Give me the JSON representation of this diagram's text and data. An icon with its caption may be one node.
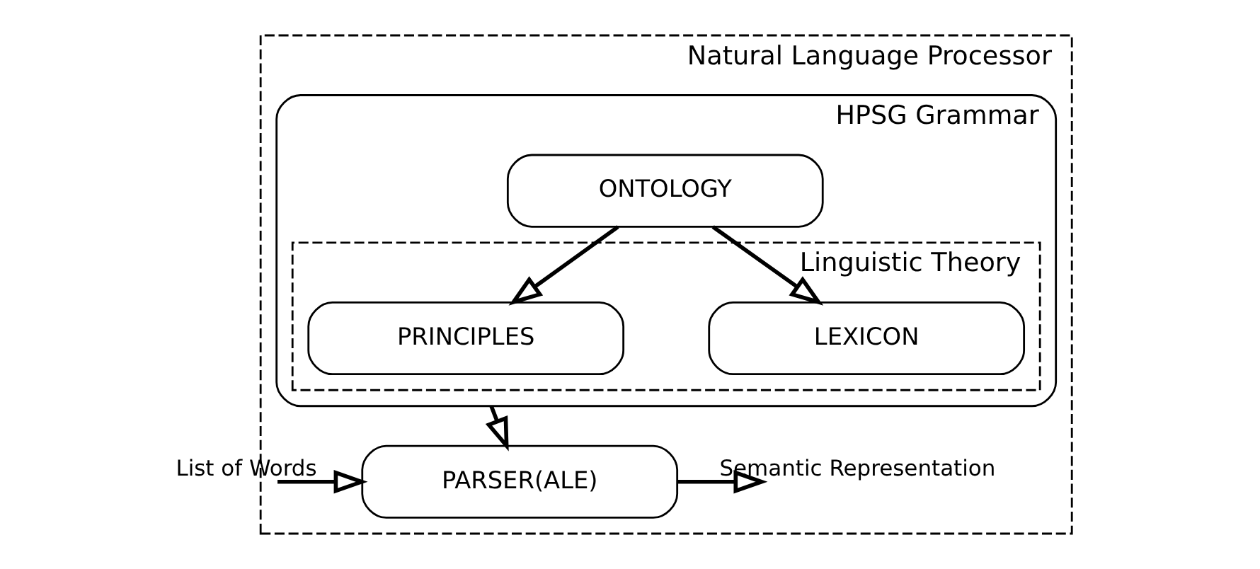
{
  "diagram": {
    "nodes": [
      {
        "text": [
          "Natural Language Processor"
        ]
      },
      {
        "text": [
          "HPSG Grammar"
        ],
        "in": 0
      },
      {
        "text": [
          "ONTOLOGY"
        ],
        "in": 1
      },
      {
        "text": [
          "Linguistic Theory"
        ],
        "in": 1
      },
      {
        "text": [
          "LEXICON"
        ],
        "in": 3
      },
      {
        "text": [
          "PRINCIPLES"
        ],
        "in": 3
      },
      {
        "text": [
          "PARSER(ALE)"
        ],
        "in": 0
      }
    ],
    "edges": [
      {
        "from": 2,
        "to": 4,
        "arrow": "to"
      },
      {
        "from": 2,
        "to": 5,
        "arrow": "to"
      },
      {
        "from": 1,
        "to": 6,
        "arrow": "to"
      },
      {
        "from": null,
        "to": 6,
        "arrow": "to",
        "label": "List of Words"
      },
      {
        "from": 6,
        "to": null,
        "arrow": "to",
        "label": "Semantic Representation"
      }
    ]
  }
}
